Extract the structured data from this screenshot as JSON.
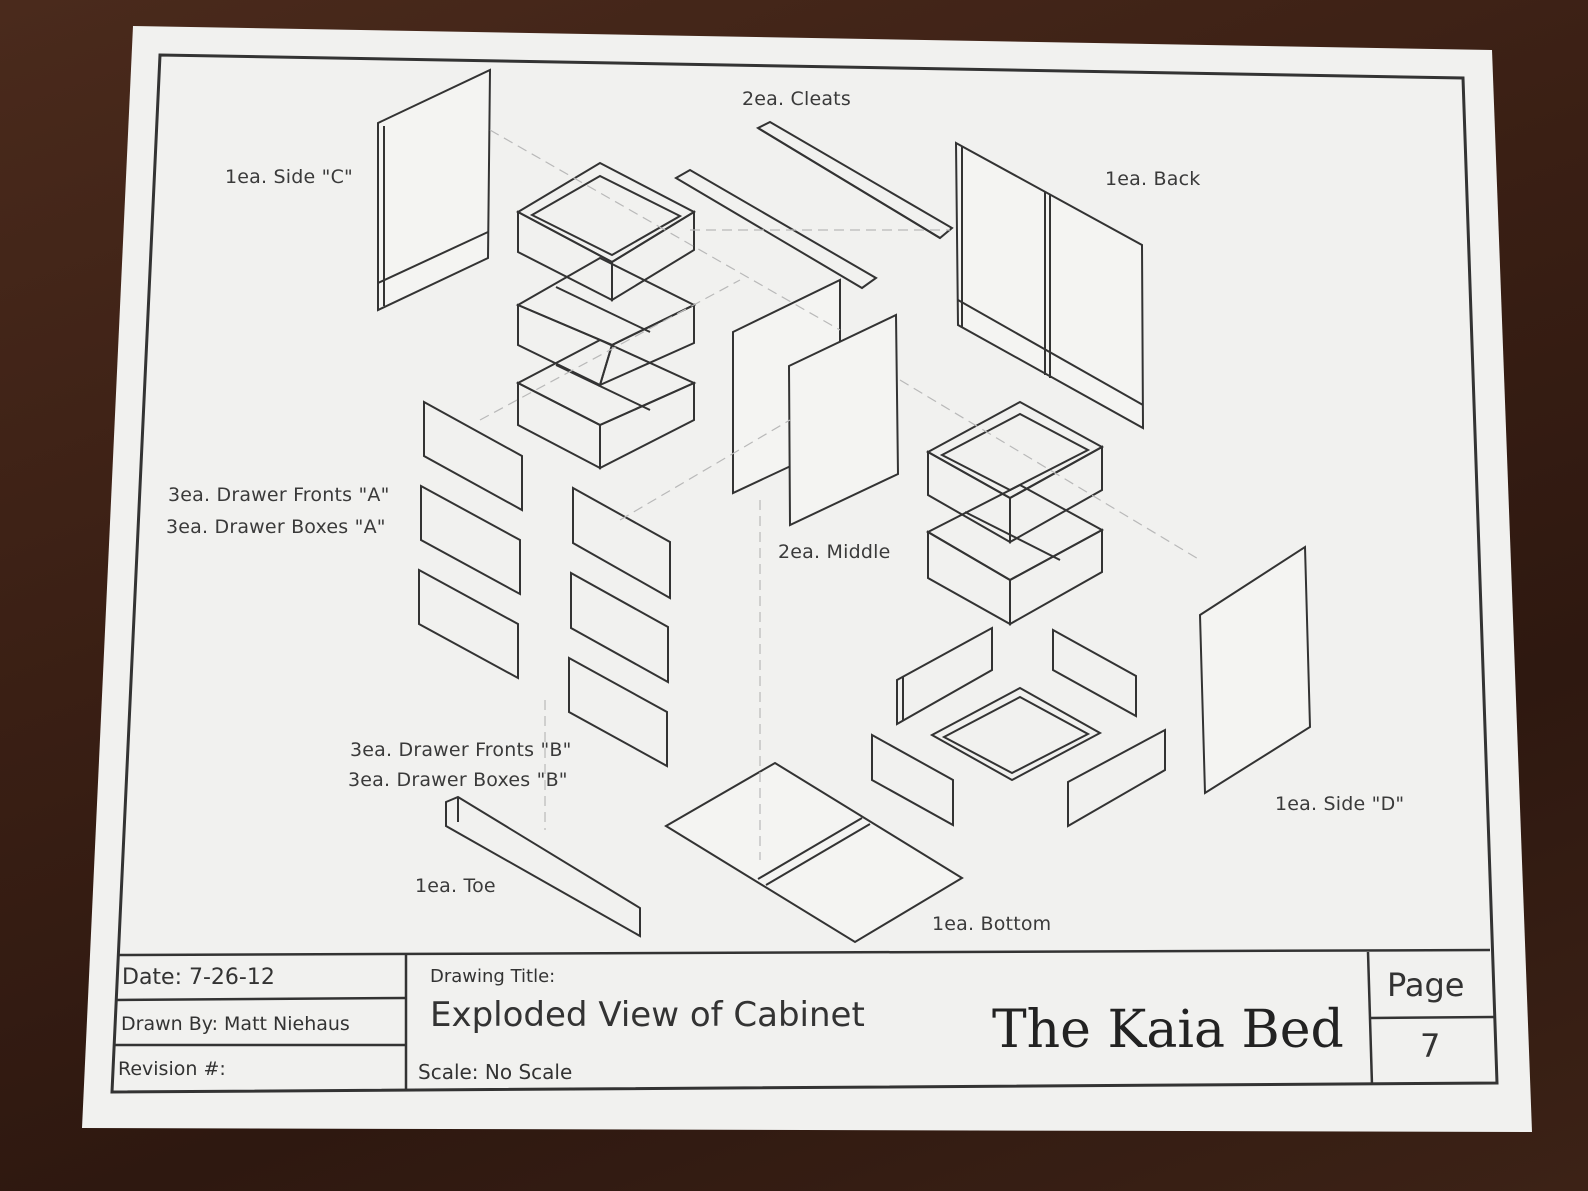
{
  "labels": {
    "cleats": "2ea. Cleats",
    "side_c": "1ea. Side \"C\"",
    "back": "1ea. Back",
    "drawer_fronts_a": "3ea. Drawer Fronts \"A\"",
    "drawer_boxes_a": "3ea. Drawer Boxes \"A\"",
    "middle": "2ea. Middle",
    "drawer_fronts_b": "3ea. Drawer Fronts \"B\"",
    "drawer_boxes_b": "3ea. Drawer Boxes \"B\"",
    "side_d": "1ea. Side \"D\"",
    "toe": "1ea. Toe",
    "bottom": "1ea. Bottom"
  },
  "title_block": {
    "date": "Date: 7-26-12",
    "drawn_by": "Drawn By: Matt Niehaus",
    "revision": "Revision #:",
    "drawing_title_label": "Drawing Title:",
    "drawing_title": "Exploded View of Cabinet",
    "scale": "Scale: No Scale",
    "brand": "The Kaia Bed",
    "page_label": "Page",
    "page_number": "7"
  }
}
